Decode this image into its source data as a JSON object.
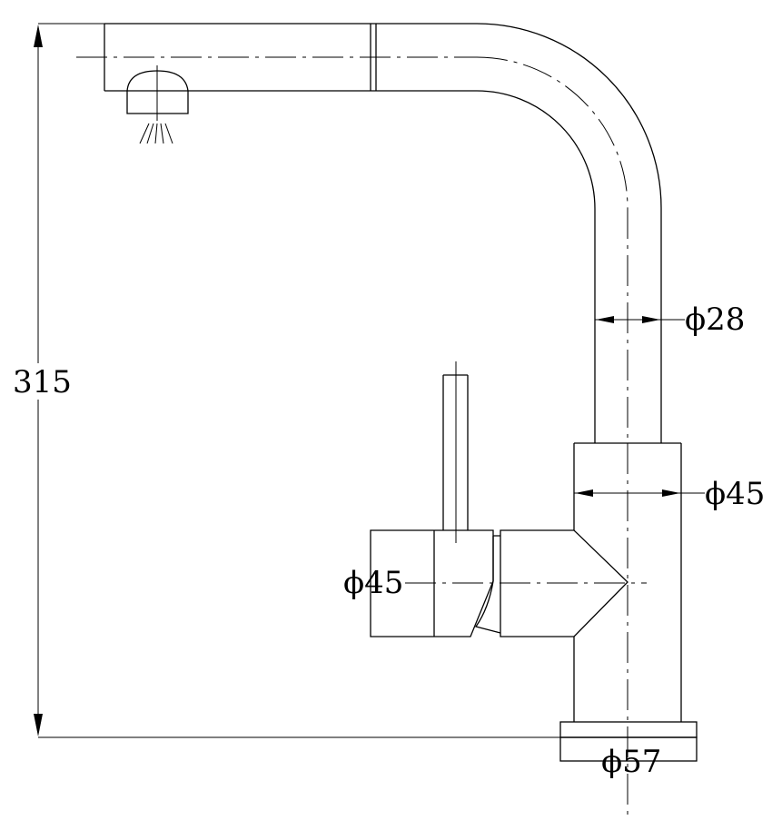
{
  "drawing": {
    "line_color": "#000000",
    "background": "#ffffff"
  },
  "dimensions": {
    "height_total": "315",
    "spout_diameter": "ϕ28",
    "body_diameter": "ϕ45",
    "handle_diameter": "ϕ45",
    "base_diameter": "ϕ57"
  }
}
